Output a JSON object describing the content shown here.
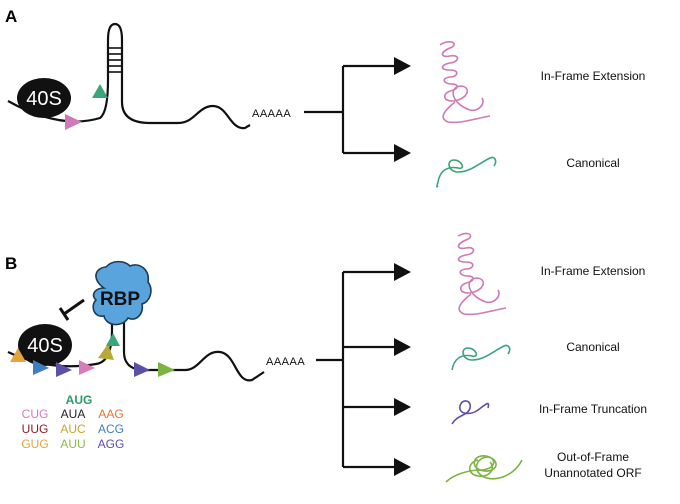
{
  "panels": {
    "a": {
      "label": "A",
      "ribosome": "40S",
      "polya": "AAAAA",
      "outcomes": [
        "In-Frame Extension",
        "Canonical"
      ]
    },
    "b": {
      "label": "B",
      "ribosome": "40S",
      "rbp": "RBP",
      "polya": "AAAAA",
      "outcomes": [
        "In-Frame Extension",
        "Canonical",
        "In-Frame Truncation",
        "Out-of-Frame",
        "Unannotated ORF"
      ]
    }
  },
  "codons": {
    "start": {
      "text": "AUG",
      "color": "#2f9a6a"
    },
    "grid": [
      [
        {
          "text": "CUG",
          "color": "#d77db7"
        },
        {
          "text": "AUA",
          "color": "#222222"
        },
        {
          "text": "AAG",
          "color": "#e0743a"
        }
      ],
      [
        {
          "text": "UUG",
          "color": "#8a1c2c"
        },
        {
          "text": "AUC",
          "color": "#c9a72a"
        },
        {
          "text": "ACG",
          "color": "#3e7fc1"
        }
      ],
      [
        {
          "text": "GUG",
          "color": "#e7a33b"
        },
        {
          "text": "AUU",
          "color": "#8cb94a"
        },
        {
          "text": "AGG",
          "color": "#5b50a8"
        }
      ]
    ]
  },
  "colors": {
    "pink": "#cf79b6",
    "green": "#3aa57a",
    "purple": "#5b50a8",
    "lime": "#7cb342",
    "rbp_blue": "#5aa4dd"
  }
}
